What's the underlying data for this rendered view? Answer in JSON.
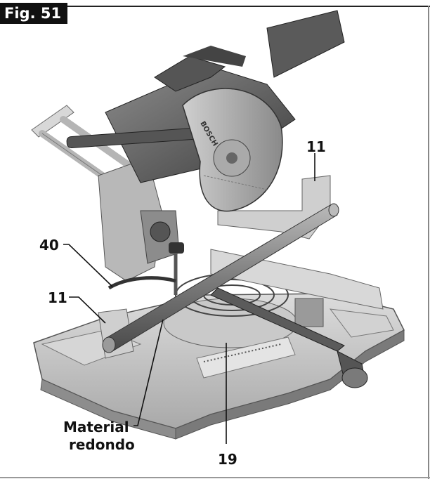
{
  "figure": {
    "tag": "Fig. 51"
  },
  "callouts": {
    "c11_top": "11",
    "c40": "40",
    "c11_left": "11",
    "material_line1": "Material",
    "material_line2": "redondo",
    "c19": "19"
  },
  "saw": {
    "brand": "BOSCH"
  }
}
